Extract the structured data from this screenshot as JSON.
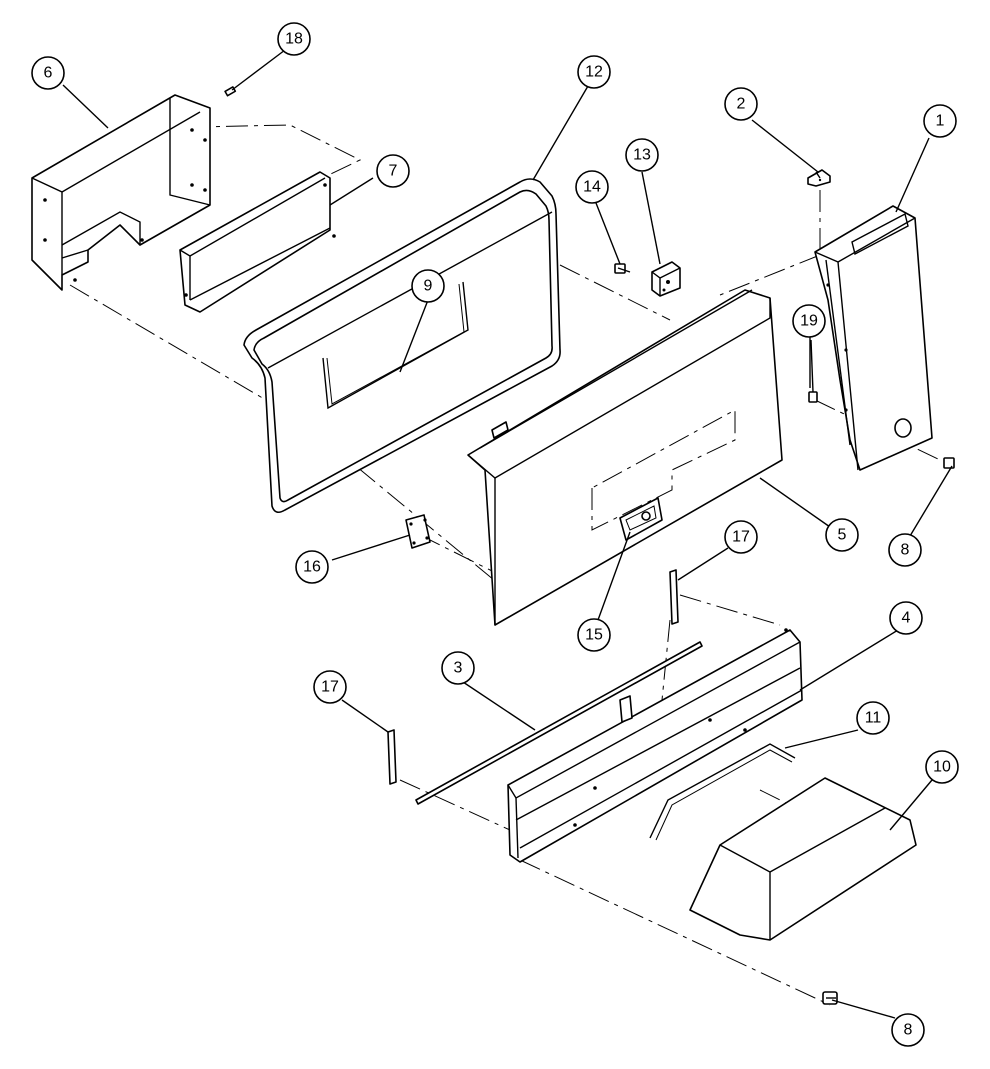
{
  "callouts": [
    {
      "id": "c1",
      "label": "1"
    },
    {
      "id": "c2",
      "label": "2"
    },
    {
      "id": "c3",
      "label": "3"
    },
    {
      "id": "c4",
      "label": "4"
    },
    {
      "id": "c5",
      "label": "5"
    },
    {
      "id": "c6",
      "label": "6"
    },
    {
      "id": "c7",
      "label": "7"
    },
    {
      "id": "c8a",
      "label": "8"
    },
    {
      "id": "c8b",
      "label": "8"
    },
    {
      "id": "c9",
      "label": "9"
    },
    {
      "id": "c10",
      "label": "10"
    },
    {
      "id": "c11",
      "label": "11"
    },
    {
      "id": "c12",
      "label": "12"
    },
    {
      "id": "c13",
      "label": "13"
    },
    {
      "id": "c14",
      "label": "14"
    },
    {
      "id": "c15",
      "label": "15"
    },
    {
      "id": "c16",
      "label": "16"
    },
    {
      "id": "c17a",
      "label": "17"
    },
    {
      "id": "c17b",
      "label": "17"
    },
    {
      "id": "c18",
      "label": "18"
    },
    {
      "id": "c19",
      "label": "19"
    }
  ]
}
